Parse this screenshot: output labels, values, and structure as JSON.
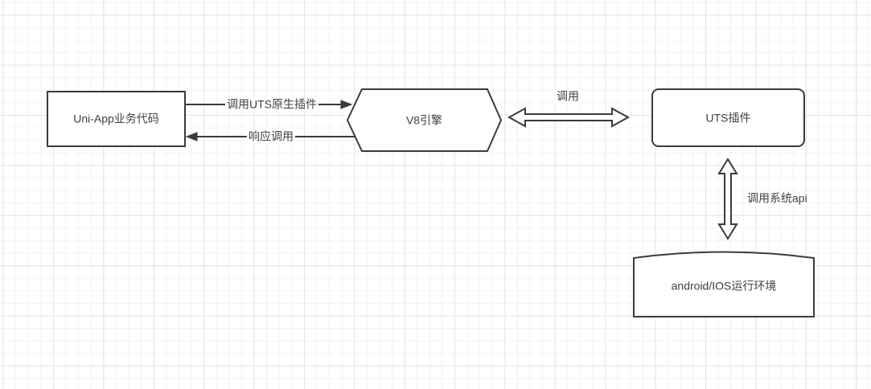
{
  "diagram": {
    "nodes": {
      "uniapp": {
        "label": "Uni-App业务代码"
      },
      "v8": {
        "label": "V8引擎"
      },
      "uts": {
        "label": "UTS插件"
      },
      "runtime": {
        "label": "android/IOS运行环境"
      }
    },
    "edges": {
      "call_plugin": {
        "label": "调用UTS原生插件"
      },
      "respond": {
        "label": "响应调用"
      },
      "call": {
        "label": "调用"
      },
      "call_system_api": {
        "label": "调用系统api"
      }
    },
    "colors": {
      "stroke": "#3b3b3b",
      "text": "#404040",
      "shape_fill": "#ffffff",
      "grid_minor": "#f2f2f2",
      "grid_major": "#e4e4e4",
      "canvas_bg": "#ffffff"
    }
  }
}
